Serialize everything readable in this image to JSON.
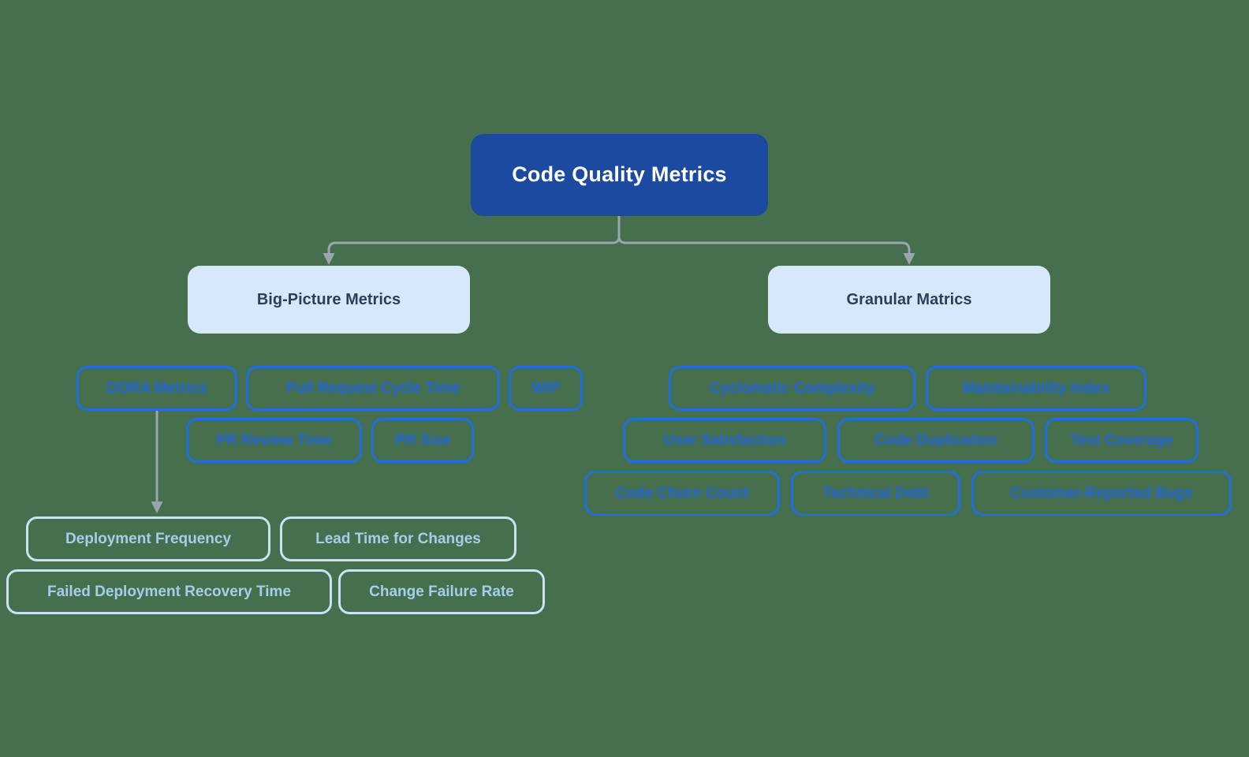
{
  "diagram": {
    "title": "Code Quality Metrics",
    "background_color": "#466f4e",
    "edge_color": "#9aa5b1",
    "colors": {
      "root_bg": "#1b4aa0",
      "root_text": "#ffffff",
      "branch_bg": "#d7e8fb",
      "branch_text": "#2b3f59",
      "leaf_border": "#1f6fe0",
      "leaf_text": "#2266d8",
      "pale_border": "#cbe2f4",
      "pale_text": "#a7cdeb"
    },
    "root": {
      "label": "Code Quality Metrics"
    },
    "branches": [
      {
        "id": "big-picture",
        "label": "Big-Picture Metrics"
      },
      {
        "id": "granular",
        "label": "Granular Matrics"
      }
    ],
    "big_picture_metrics": [
      {
        "id": "dora-metrics",
        "label": "DORA Metrics"
      },
      {
        "id": "pull-request-cycle-time",
        "label": "Pull Request Cycle Time"
      },
      {
        "id": "wip",
        "label": "WIP"
      },
      {
        "id": "pr-review-time",
        "label": "PR Review Time"
      },
      {
        "id": "pr-size",
        "label": "PR Size"
      }
    ],
    "dora_sub_metrics": [
      {
        "id": "deployment-frequency",
        "label": "Deployment Frequency"
      },
      {
        "id": "lead-time-for-changes",
        "label": "Lead Time for Changes"
      },
      {
        "id": "failed-deployment-recovery-time",
        "label": "Failed Deployment Recovery Time"
      },
      {
        "id": "change-failure-rate",
        "label": "Change Failure Rate"
      }
    ],
    "granular_metrics": [
      {
        "id": "cyclomatic-complexity",
        "label": "Cyclomatic Complexity"
      },
      {
        "id": "maintainability-index",
        "label": "Maintainability Index"
      },
      {
        "id": "user-satisfaction",
        "label": "User Satisfaction"
      },
      {
        "id": "code-duplication",
        "label": "Code Duplication"
      },
      {
        "id": "test-coverage",
        "label": "Test Coverage"
      },
      {
        "id": "code-churn-count",
        "label": "Code Churn Count"
      },
      {
        "id": "technical-debt",
        "label": "Technical Debt"
      },
      {
        "id": "customer-reported-bugs",
        "label": "Customer-Reported Bugs"
      }
    ],
    "edges": [
      {
        "from": "Code Quality Metrics",
        "to": "Big-Picture Metrics"
      },
      {
        "from": "Code Quality Metrics",
        "to": "Granular Matrics"
      },
      {
        "from": "DORA Metrics",
        "to": "Deployment Frequency"
      }
    ]
  }
}
